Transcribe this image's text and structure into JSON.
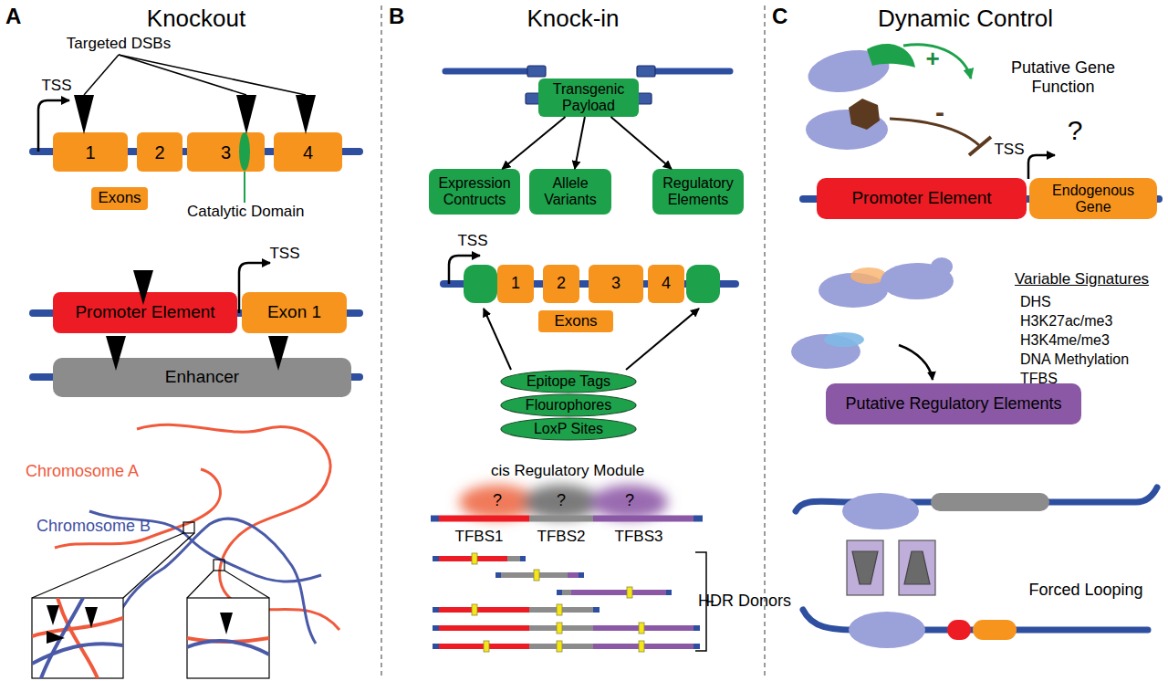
{
  "diagram": {
    "nodes": [
      {
        "text": [
          "1"
        ]
      },
      {
        "text": [
          "2"
        ]
      },
      {
        "text": [
          "3"
        ]
      },
      {
        "text": [
          "4"
        ]
      },
      {
        "text": [
          "Exons"
        ]
      },
      {
        "text": [
          "Promoter Element"
        ]
      },
      {
        "text": [
          "Exon 1"
        ]
      },
      {
        "text": [
          "Enhancer"
        ]
      },
      {
        "text": [
          "Transgenic Payload"
        ]
      },
      {
        "text": [
          "Expression Contructs"
        ]
      },
      {
        "text": [
          "Allele Variants"
        ]
      },
      {
        "text": [
          "Regulatory Elements"
        ]
      },
      {
        "text": [
          "1"
        ]
      },
      {
        "text": [
          "2"
        ]
      },
      {
        "text": [
          "3"
        ]
      },
      {
        "text": [
          "4"
        ]
      },
      {
        "text": [
          "Exons"
        ]
      },
      {
        "text": [
          "Epitope Tags"
        ]
      },
      {
        "text": [
          "Flourophores"
        ]
      },
      {
        "text": [
          "LoxP Sites"
        ]
      },
      {
        "text": [
          "Promoter Element"
        ]
      },
      {
        "text": [
          "Endogenous Gene"
        ]
      },
      {
        "text": [
          "Putative Regulatory Elements"
        ]
      }
    ],
    "edges": [
      {
        "from": 8,
        "to": 9,
        "arrow": "to"
      },
      {
        "from": 8,
        "to": 10,
        "arrow": "to"
      },
      {
        "from": 8,
        "to": 11,
        "arrow": "to"
      }
    ],
    "labels": [
      "A",
      "Knockout",
      "Targeted DSBs",
      "TSS",
      "Catalytic Domain",
      "TSS",
      "Chromosome A",
      "Chromosome B",
      "B",
      "Knock-in",
      "TSS",
      "cis Regulatory Module",
      "?",
      "?",
      "?",
      "TFBS1",
      "TFBS2",
      "TFBS3",
      "HDR Donors",
      "C",
      "Dynamic Control",
      "Putative Gene Function",
      "+",
      "-",
      "TSS",
      "?",
      "Variable Signatures",
      "DHS",
      "H3K27ac/me3",
      "H3K4me/me3",
      "DNA Methylation",
      "TFBS",
      "Forced Looping"
    ]
  }
}
